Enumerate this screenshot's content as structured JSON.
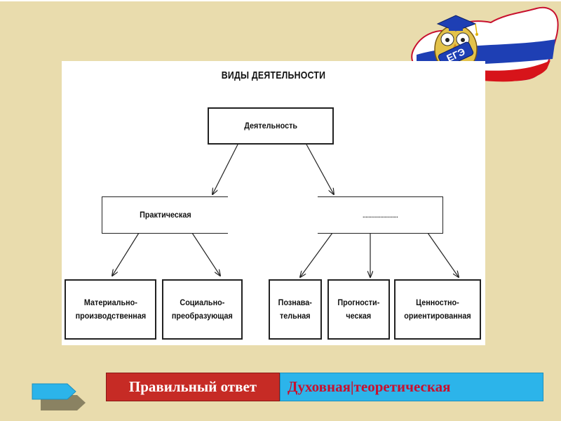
{
  "logo": {
    "text": "ЕГЭ"
  },
  "diagram": {
    "title": "ВИДЫ ДЕЯТЕЛЬНОСТИ",
    "root": "Деятельность",
    "left_branch": "Практическая",
    "right_branch": "........................",
    "left_children": [
      "Материально-\nпроизводственная",
      "Социально-\nпреобразующая"
    ],
    "right_children": [
      "Познава-\nтельная",
      "Прогности-\nческая",
      "Ценностно-\nориентированная"
    ]
  },
  "answer": {
    "label": "Правильный ответ",
    "value": "Духовная|теоретическая"
  },
  "colors": {
    "background": "#e9dcad",
    "answer_label_bg": "#c62b25",
    "answer_value_bg": "#2cb4ea",
    "answer_value_text": "#c8102e",
    "nav_arrow": "#2cb4ea"
  }
}
